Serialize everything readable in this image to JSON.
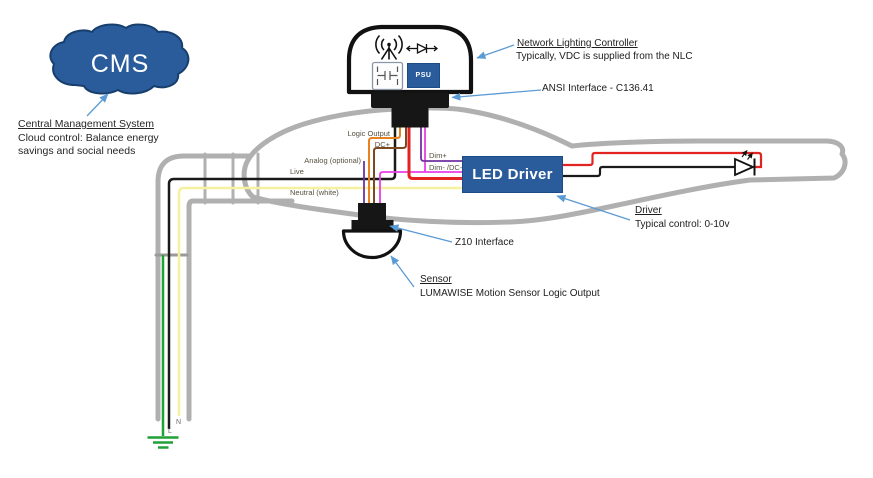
{
  "cms": {
    "cloud_label": "CMS",
    "title": "Central Management System",
    "desc_line1": "Cloud control: Balance energy",
    "desc_line2": "savings and social needs"
  },
  "nlc": {
    "title": "Network Lighting Controller",
    "subtitle": "Typically, VDC is supplied from the NLC",
    "ansi_label": "ANSI Interface - C136.41",
    "psu_label": "PSU"
  },
  "driver": {
    "box_label": "LED Driver",
    "title": "Driver",
    "subtitle": "Typical control: 0-10v"
  },
  "sensor": {
    "z10_label": "Z10 Interface",
    "title": "Sensor",
    "subtitle": "LUMAWISE Motion Sensor Logic Output"
  },
  "wires": {
    "logic_output": "Logic Output",
    "dc_plus": "DC+",
    "analog": "Analog (optional)",
    "live": "Live",
    "neutral": "Neutral (white)",
    "dim_plus": "Dim+",
    "dim_minus": "Dim- /DC-",
    "n_label": "N",
    "l_label": "L"
  },
  "colors": {
    "brand_blue": "#2a5c9b",
    "arrow_blue": "#5b9bd5",
    "outline_gray": "#b0b0b0",
    "wire_live": "#1a1a1a",
    "wire_neutral": "#f5f1a0",
    "wire_ground": "#21a038",
    "wire_logic_output": "#e8821e",
    "wire_dc_plus": "#7b4a22",
    "wire_analog": "#7030a0",
    "wire_dim_plus": "#7030a0",
    "wire_dim_minus": "#e83ee8",
    "wire_vdc": "#e32222"
  }
}
